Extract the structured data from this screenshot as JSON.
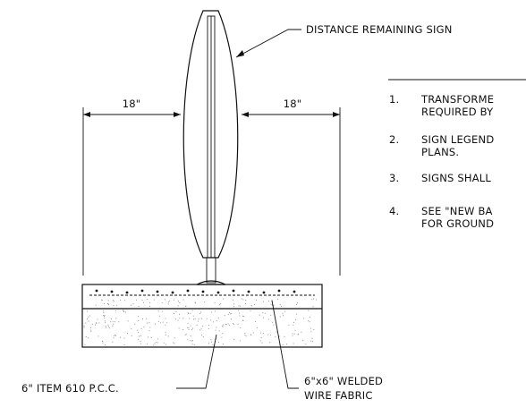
{
  "labels": {
    "callout_sign": "DISTANCE REMAINING SIGN",
    "dim_left": "18\"",
    "dim_right": "18\"",
    "callout_concrete": "6\" ITEM 610 P.C.C.",
    "callout_mesh_1": "6\"x6\" WELDED",
    "callout_mesh_2": "WIRE FABRIC"
  },
  "notes": [
    {
      "num": "1.",
      "lines": [
        "TRANSFORME",
        "REQUIRED BY"
      ]
    },
    {
      "num": "2.",
      "lines": [
        "SIGN LEGEND",
        "PLANS."
      ]
    },
    {
      "num": "3.",
      "lines": [
        "SIGNS SHALL"
      ]
    },
    {
      "num": "4.",
      "lines": [
        "SEE \"NEW BA",
        "FOR GROUND"
      ]
    }
  ]
}
